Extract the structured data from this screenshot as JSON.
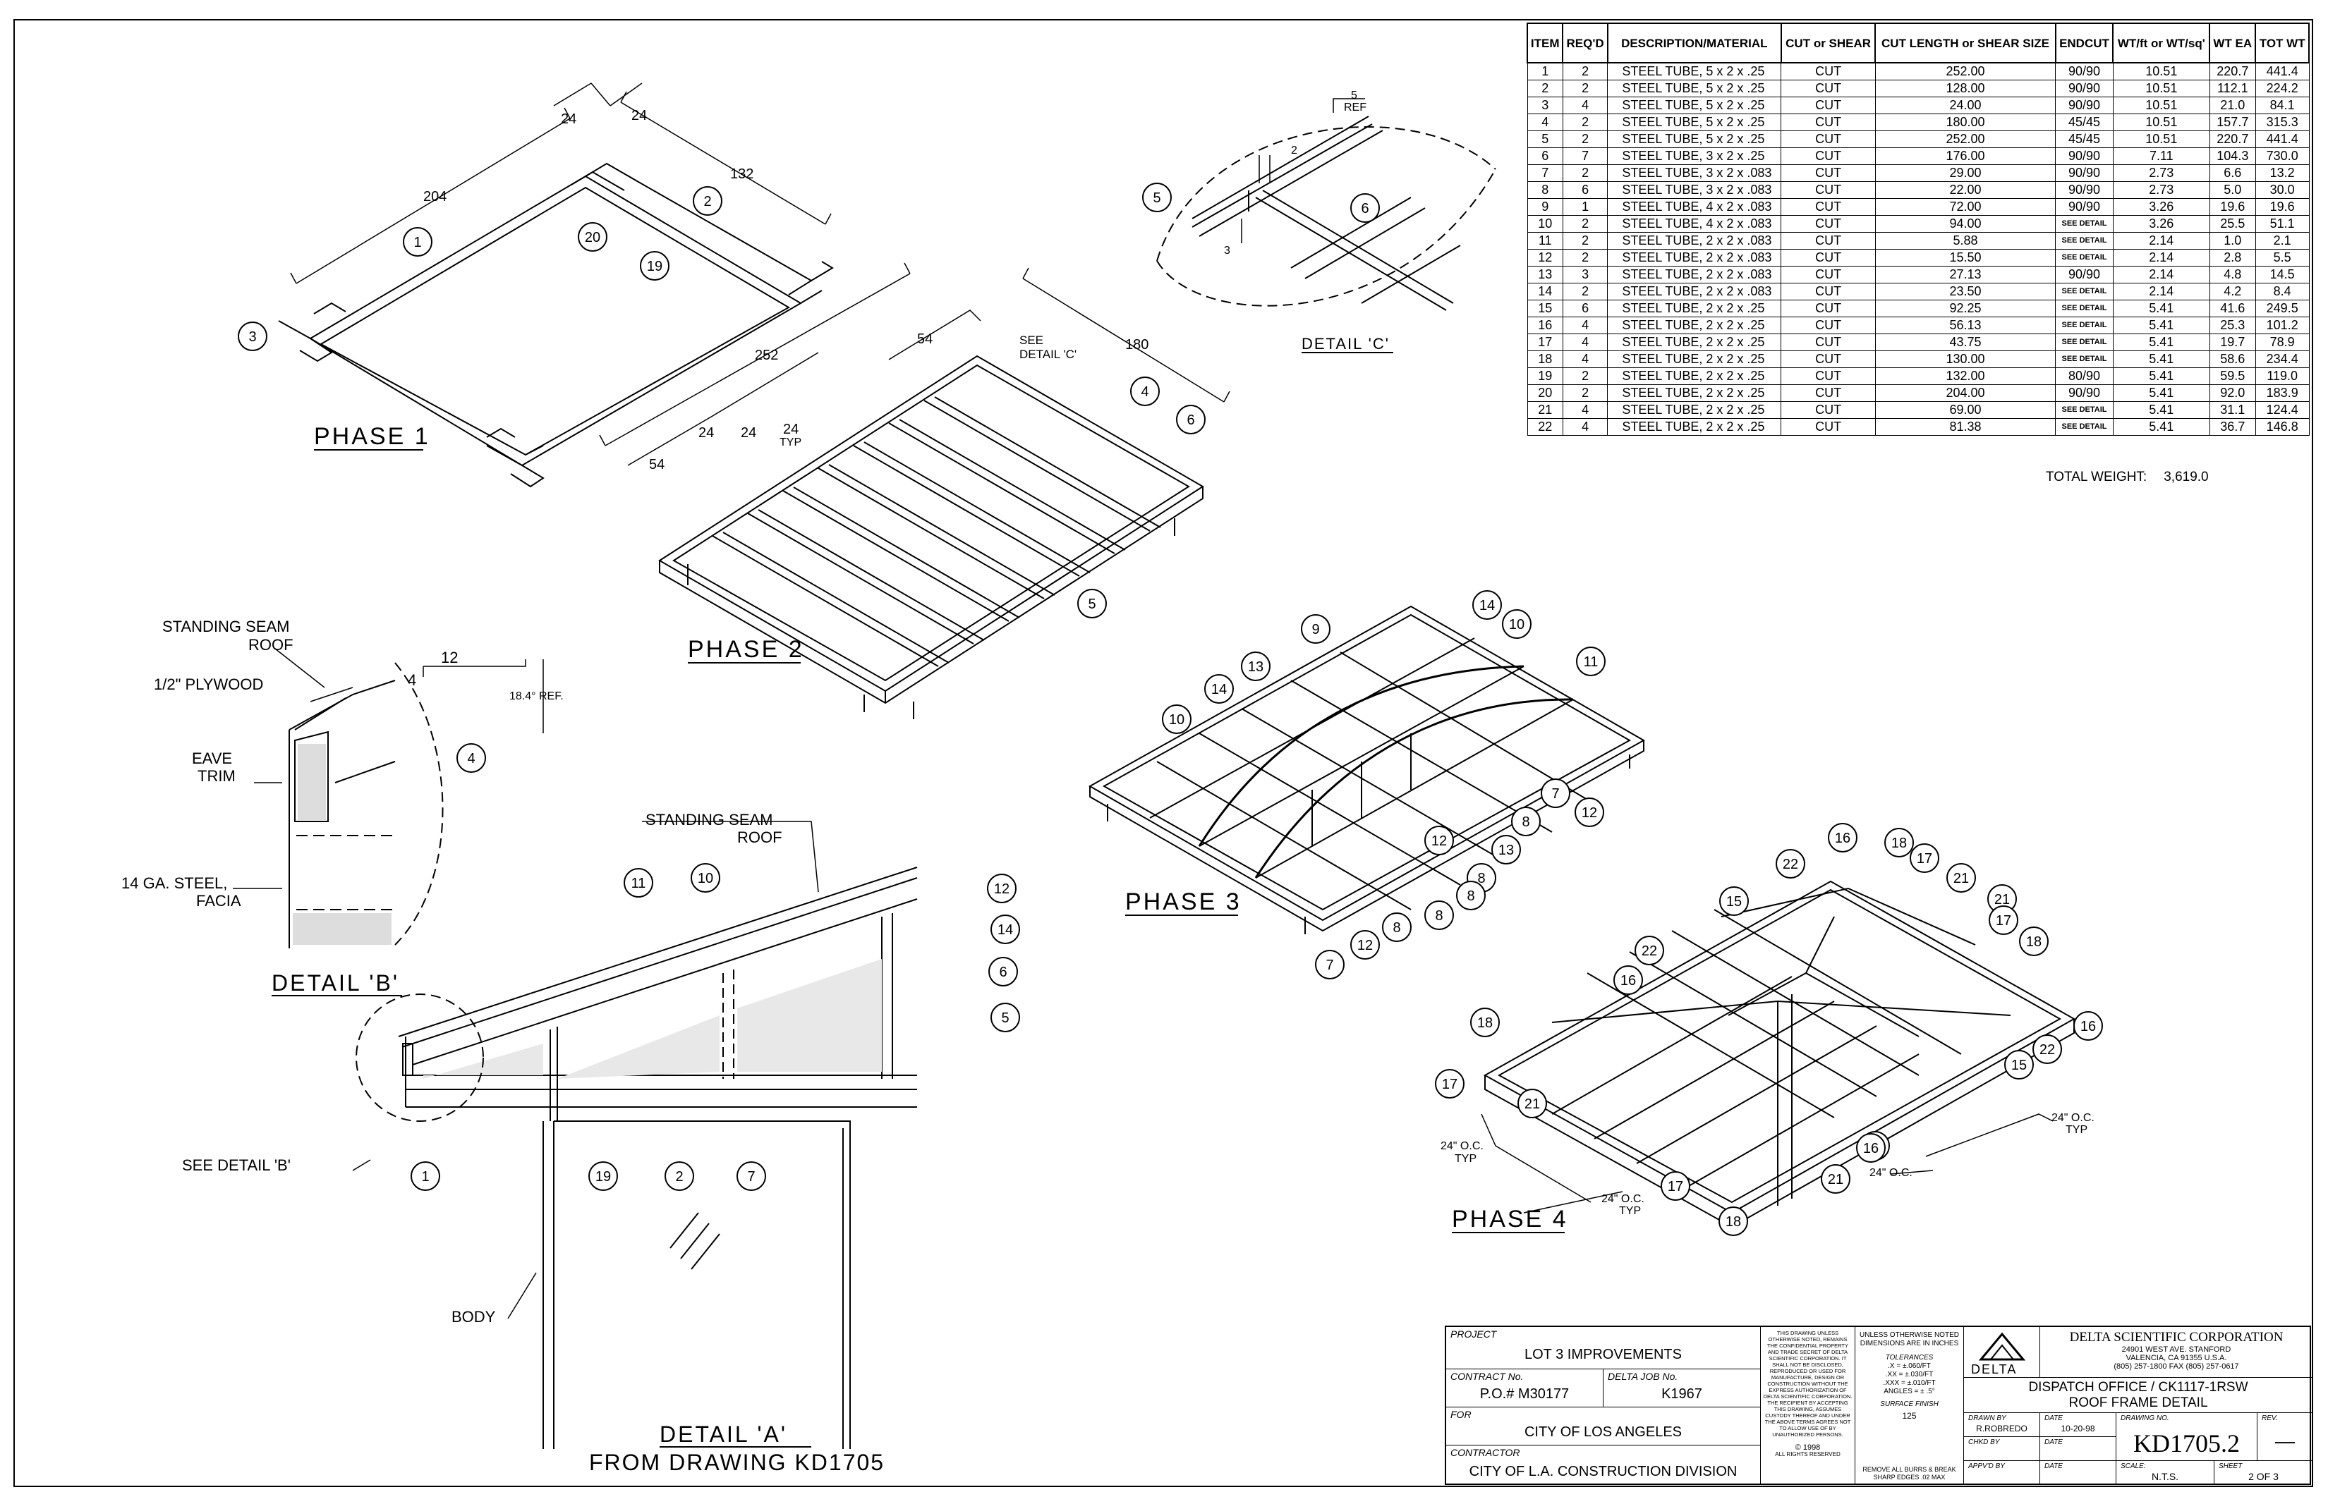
{
  "bom": {
    "headers": [
      "ITEM",
      "REQ'D",
      "DESCRIPTION/MATERIAL",
      "CUT or SHEAR",
      "CUT LENGTH or SHEAR SIZE",
      "ENDCUT",
      "WT/ft or WT/sq'",
      "WT EA",
      "TOT WT"
    ],
    "rows": [
      [
        "1",
        "2",
        "STEEL TUBE, 5 x 2 x .25",
        "CUT",
        "252.00",
        "90/90",
        "10.51",
        "220.7",
        "441.4"
      ],
      [
        "2",
        "2",
        "STEEL TUBE, 5 x 2 x .25",
        "CUT",
        "128.00",
        "90/90",
        "10.51",
        "112.1",
        "224.2"
      ],
      [
        "3",
        "4",
        "STEEL TUBE, 5 x 2 x .25",
        "CUT",
        "24.00",
        "90/90",
        "10.51",
        "21.0",
        "84.1"
      ],
      [
        "4",
        "2",
        "STEEL TUBE, 5 x 2 x .25",
        "CUT",
        "180.00",
        "45/45",
        "10.51",
        "157.7",
        "315.3"
      ],
      [
        "5",
        "2",
        "STEEL TUBE, 5 x 2 x .25",
        "CUT",
        "252.00",
        "45/45",
        "10.51",
        "220.7",
        "441.4"
      ],
      [
        "6",
        "7",
        "STEEL TUBE, 3 x 2 x .25",
        "CUT",
        "176.00",
        "90/90",
        "7.11",
        "104.3",
        "730.0"
      ],
      [
        "7",
        "2",
        "STEEL TUBE, 3 x 2 x .083",
        "CUT",
        "29.00",
        "90/90",
        "2.73",
        "6.6",
        "13.2"
      ],
      [
        "8",
        "6",
        "STEEL TUBE, 3 x 2 x .083",
        "CUT",
        "22.00",
        "90/90",
        "2.73",
        "5.0",
        "30.0"
      ],
      [
        "9",
        "1",
        "STEEL TUBE, 4 x 2 x .083",
        "CUT",
        "72.00",
        "90/90",
        "3.26",
        "19.6",
        "19.6"
      ],
      [
        "10",
        "2",
        "STEEL TUBE, 4 x 2 x .083",
        "CUT",
        "94.00",
        "SEE DETAIL",
        "3.26",
        "25.5",
        "51.1"
      ],
      [
        "11",
        "2",
        "STEEL TUBE, 2 x 2 x .083",
        "CUT",
        "5.88",
        "SEE DETAIL",
        "2.14",
        "1.0",
        "2.1"
      ],
      [
        "12",
        "2",
        "STEEL TUBE, 2 x 2 x .083",
        "CUT",
        "15.50",
        "SEE DETAIL",
        "2.14",
        "2.8",
        "5.5"
      ],
      [
        "13",
        "3",
        "STEEL TUBE, 2 x 2 x .083",
        "CUT",
        "27.13",
        "90/90",
        "2.14",
        "4.8",
        "14.5"
      ],
      [
        "14",
        "2",
        "STEEL TUBE, 2 x 2 x .083",
        "CUT",
        "23.50",
        "SEE DETAIL",
        "2.14",
        "4.2",
        "8.4"
      ],
      [
        "15",
        "6",
        "STEEL TUBE, 2 x 2 x .25",
        "CUT",
        "92.25",
        "SEE DETAIL",
        "5.41",
        "41.6",
        "249.5"
      ],
      [
        "16",
        "4",
        "STEEL TUBE, 2 x 2 x .25",
        "CUT",
        "56.13",
        "SEE DETAIL",
        "5.41",
        "25.3",
        "101.2"
      ],
      [
        "17",
        "4",
        "STEEL TUBE, 2 x 2 x .25",
        "CUT",
        "43.75",
        "SEE DETAIL",
        "5.41",
        "19.7",
        "78.9"
      ],
      [
        "18",
        "4",
        "STEEL TUBE, 2 x 2 x .25",
        "CUT",
        "130.00",
        "SEE DETAIL",
        "5.41",
        "58.6",
        "234.4"
      ],
      [
        "19",
        "2",
        "STEEL TUBE, 2 x 2 x .25",
        "CUT",
        "132.00",
        "80/90",
        "5.41",
        "59.5",
        "119.0"
      ],
      [
        "20",
        "2",
        "STEEL TUBE, 2 x 2 x .25",
        "CUT",
        "204.00",
        "90/90",
        "5.41",
        "92.0",
        "183.9"
      ],
      [
        "21",
        "4",
        "STEEL TUBE, 2 x 2 x .25",
        "CUT",
        "69.00",
        "SEE DETAIL",
        "5.41",
        "31.1",
        "124.4"
      ],
      [
        "22",
        "4",
        "STEEL TUBE, 2 x 2 x .25",
        "CUT",
        "81.38",
        "SEE DETAIL",
        "5.41",
        "36.7",
        "146.8"
      ]
    ],
    "total_label": "TOTAL WEIGHT:",
    "total_value": "3,619.0"
  },
  "views": {
    "phase1": "PHASE 1",
    "phase2": "PHASE 2",
    "phase3": "PHASE 3",
    "phase4": "PHASE 4",
    "detail_a": "DETAIL 'A'",
    "detail_a_sub": "FROM DRAWING KD1705",
    "detail_b": "DETAIL 'B'",
    "detail_c": "DETAIL 'C'"
  },
  "dims": {
    "p1_204": "204",
    "p1_24a": "24",
    "p1_24b": "24",
    "p1_132": "132",
    "p2_252": "252",
    "p2_180": "180",
    "p2_54a": "54",
    "p2_54b": "54",
    "p2_24a": "24",
    "p2_24b": "24",
    "p2_24c": "24",
    "p2_typ": "TYP",
    "p2_seedetail": "SEE",
    "p2_seedetail2": "DETAIL 'C'",
    "c_5": "5",
    "c_ref": "REF",
    "c_2": "2",
    "c_3": "3",
    "b_12": "12",
    "b_4": "4",
    "b_ref": "18.4° REF.",
    "p4_oc1": "24\" O.C.",
    "p4_oc2": "24\" O.C.",
    "p4_oc3": "24\" O.C.",
    "p4_oc4": "24\" O.C.",
    "typ": "TYP"
  },
  "notes": {
    "standing_seam_b": "STANDING SEAM",
    "roof_b": "ROOF",
    "plywood": "1/2\" PLYWOOD",
    "eave": "EAVE",
    "trim": "TRIM",
    "facia1": "14 GA. STEEL,",
    "facia2": "FACIA",
    "standing_seam_a": "STANDING SEAM",
    "roof_a": "ROOF",
    "see_detail_b": "SEE DETAIL 'B'",
    "body": "BODY"
  },
  "title_block": {
    "project_label": "PROJECT",
    "project": "LOT 3 IMPROVEMENTS",
    "contract_label": "CONTRACT No.",
    "contract": "P.O.# M30177",
    "job_label": "DELTA JOB No.",
    "job": "K1967",
    "for_label": "FOR",
    "for": "CITY OF LOS ANGELES",
    "contractor_label": "CONTRACTOR",
    "contractor": "CITY OF L.A. CONSTRUCTION DIVISION",
    "confidential": "THIS DRAWING UNLESS OTHERWISE NOTED, REMAINS THE CONFIDENTIAL PROPERTY AND TRADE SECRET OF DELTA SCIENTIFIC CORPORATION. IT SHALL NOT BE DISCLOSED, REPRODUCED OR USED FOR MANUFACTURE, DESIGN OR CONSTRUCTION WITHOUT THE EXPRESS AUTHORIZATION OF DELTA SCIENTIFIC CORPORATION. THE RECIPIENT BY ACCEPTING THIS DRAWING, ASSUMES CUSTODY THEREOF AND UNDER THE ABOVE TERMS AGREES NOT TO ALLOW USE OF BY UNAUTHORIZED PERSONS.",
    "copyright": "© 1998",
    "rights": "ALL RIGHTS RESERVED",
    "dims_note": "UNLESS OTHERWISE NOTED DIMENSIONS ARE IN INCHES",
    "tol_label": "TOLERANCES",
    "tol1": ".X = ±.060/FT",
    "tol2": ".XX = ±.030/FT",
    "tol3": ".XXX = ±.010/FT",
    "tol4": "ANGLES = ± .5°",
    "finish_label": "SURFACE FINISH",
    "finish": "125",
    "burrs": "REMOVE ALL BURRS & BREAK SHARP EDGES .02 MAX",
    "logo": "DELTA",
    "company": "DELTA SCIENTIFIC CORPORATION",
    "addr1": "24901 WEST AVE. STANFORD",
    "addr2": "VALENCIA, CA 91355 U.S.A.",
    "phone": "(805) 257-1800 FAX (805) 257-0617",
    "title1": "DISPATCH OFFICE / CK1117-1RSW",
    "title2": "ROOF FRAME DETAIL",
    "drawn_label": "DRAWN BY",
    "drawn": "R.ROBREDO",
    "date_label": "DATE",
    "date": "10-20-98",
    "chkd_label": "CHKD BY",
    "date2_label": "DATE",
    "appvd_label": "APPV'D BY",
    "date3_label": "DATE",
    "dwg_label": "DRAWING NO.",
    "dwg": "KD1705.2",
    "rev_label": "REV.",
    "rev": "—",
    "scale_label": "SCALE:",
    "scale": "N.T.S.",
    "sheet_label": "SHEET",
    "sheet": "2 OF 3"
  },
  "balloons": {
    "p1": [
      "1",
      "20",
      "2",
      "19",
      "3"
    ],
    "p2": [
      "4",
      "6",
      "5"
    ],
    "c": [
      "5",
      "6"
    ],
    "b": [
      "4"
    ],
    "a": [
      "11",
      "10",
      "12",
      "14",
      "6",
      "5",
      "1",
      "19",
      "2",
      "7"
    ],
    "p3": [
      "9",
      "14",
      "10",
      "13",
      "11",
      "14",
      "10",
      "7",
      "12",
      "8",
      "13",
      "8",
      "8",
      "8",
      "7",
      "12",
      "8",
      "12"
    ],
    "p4": [
      "16",
      "18",
      "22",
      "17",
      "21",
      "15",
      "21",
      "17",
      "22",
      "18",
      "16",
      "16",
      "18",
      "17",
      "21",
      "15",
      "22",
      "22",
      "16",
      "21",
      "17",
      "18"
    ]
  }
}
